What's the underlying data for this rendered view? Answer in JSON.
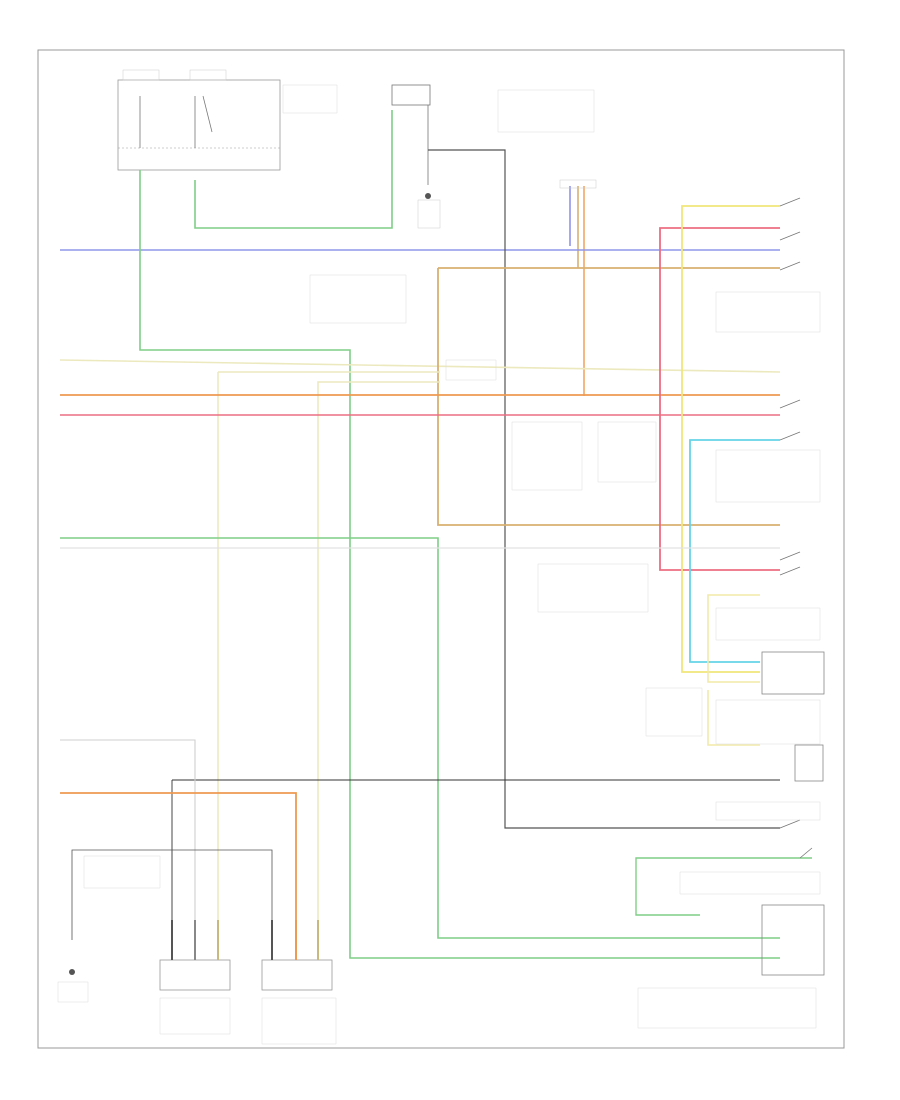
{
  "diagram": {
    "type": "wiring-schematic",
    "footer_code": "",
    "colors": {
      "green": "#7fcf86",
      "blue": "#8f95e8",
      "tan": "#d8b070",
      "orange": "#ee9a50",
      "red": "#ec6e82",
      "yellow": "#f0e67a",
      "cyan": "#66d4e8",
      "light_yellow": "#f2eaa8",
      "pale_yellow": "#ece9bf",
      "dark_gray": "#555555",
      "light_gray": "#cfcfcf",
      "black": "#222222"
    },
    "wires": [
      {
        "name": "wire-blue-main",
        "color": "blue"
      },
      {
        "name": "wire-green-top-to-right",
        "color": "green"
      },
      {
        "name": "wire-green-left-drop",
        "color": "green"
      },
      {
        "name": "wire-tan-vertical-left",
        "color": "tan"
      },
      {
        "name": "wire-tan-vertical-right",
        "color": "tan"
      },
      {
        "name": "wire-orange-main",
        "color": "orange"
      },
      {
        "name": "wire-red-main",
        "color": "red"
      },
      {
        "name": "wire-red-right-vertical",
        "color": "red"
      },
      {
        "name": "wire-yellow-right-vertical",
        "color": "yellow"
      },
      {
        "name": "wire-cyan-right-vertical",
        "color": "cyan"
      },
      {
        "name": "wire-orange-bottom",
        "color": "orange"
      },
      {
        "name": "wire-dark-gray-loop",
        "color": "dark_gray"
      },
      {
        "name": "wire-green-bottom-right",
        "color": "green"
      },
      {
        "name": "wire-green-lower-loop",
        "color": "green"
      }
    ]
  }
}
